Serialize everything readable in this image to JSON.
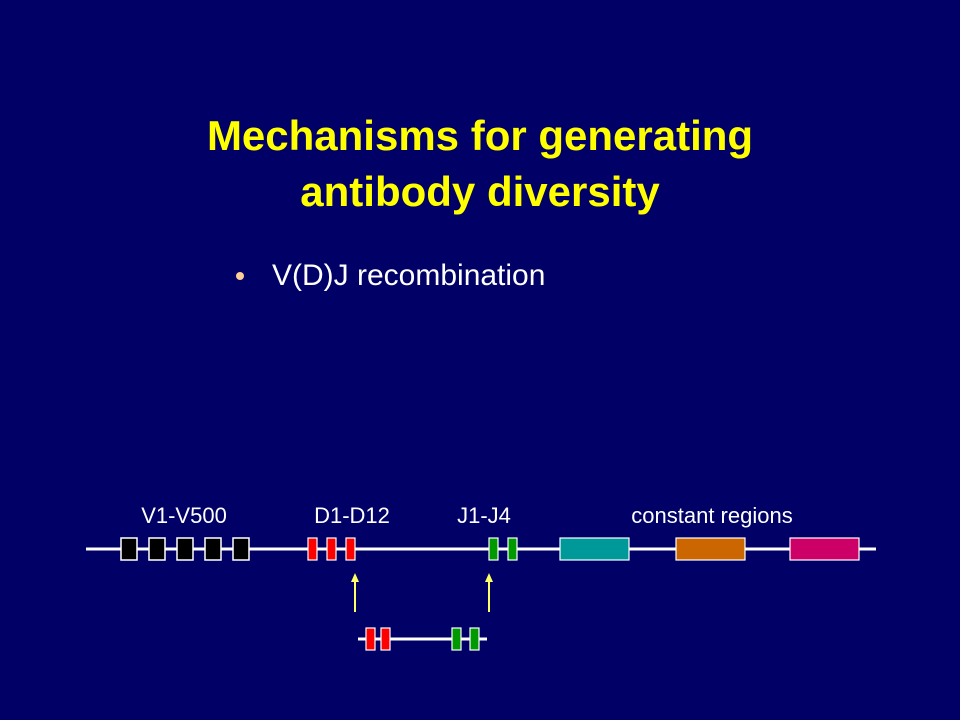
{
  "slide": {
    "title_lines": [
      "Mechanisms for generating",
      "antibody diversity"
    ],
    "bullet": "V(D)J recombination"
  },
  "diagram": {
    "labels": {
      "v": "V1-V500",
      "d": "D1-D12",
      "j": "J1-J4",
      "constant": "constant regions"
    },
    "colors": {
      "background": "#000066",
      "line": "#FFFFFF",
      "v_segment": "#000000",
      "d_segment": "#FF0000",
      "j_segment": "#009900",
      "constant_1": "#009999",
      "constant_2": "#CC6600",
      "constant_3": "#CC0066",
      "arrow": "#FFFF66"
    },
    "germline": {
      "v_count": 5,
      "d_count": 3,
      "j_count": 2,
      "constant_count": 3
    },
    "rearranged": {
      "d_count": 2,
      "j_count": 2
    }
  }
}
